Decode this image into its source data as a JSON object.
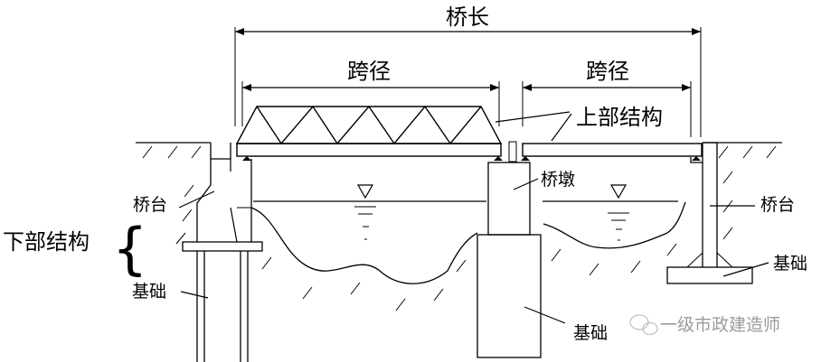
{
  "labels": {
    "bridge_length": "桥长",
    "span_left": "跨径",
    "span_right": "跨径",
    "superstructure": "上部结构",
    "substructure": "下部结构",
    "abutment_left": "桥台",
    "abutment_right": "桥台",
    "pier": "桥墩",
    "foundation_left": "基础",
    "foundation_center": "基础",
    "foundation_right": "基础",
    "substructure_brace": "{"
  },
  "watermark": {
    "text": "一级市政建造师",
    "icon": "wechat-icon"
  },
  "colors": {
    "line": "#000000",
    "background": "#ffffff",
    "watermark": "#bbbbbb"
  }
}
